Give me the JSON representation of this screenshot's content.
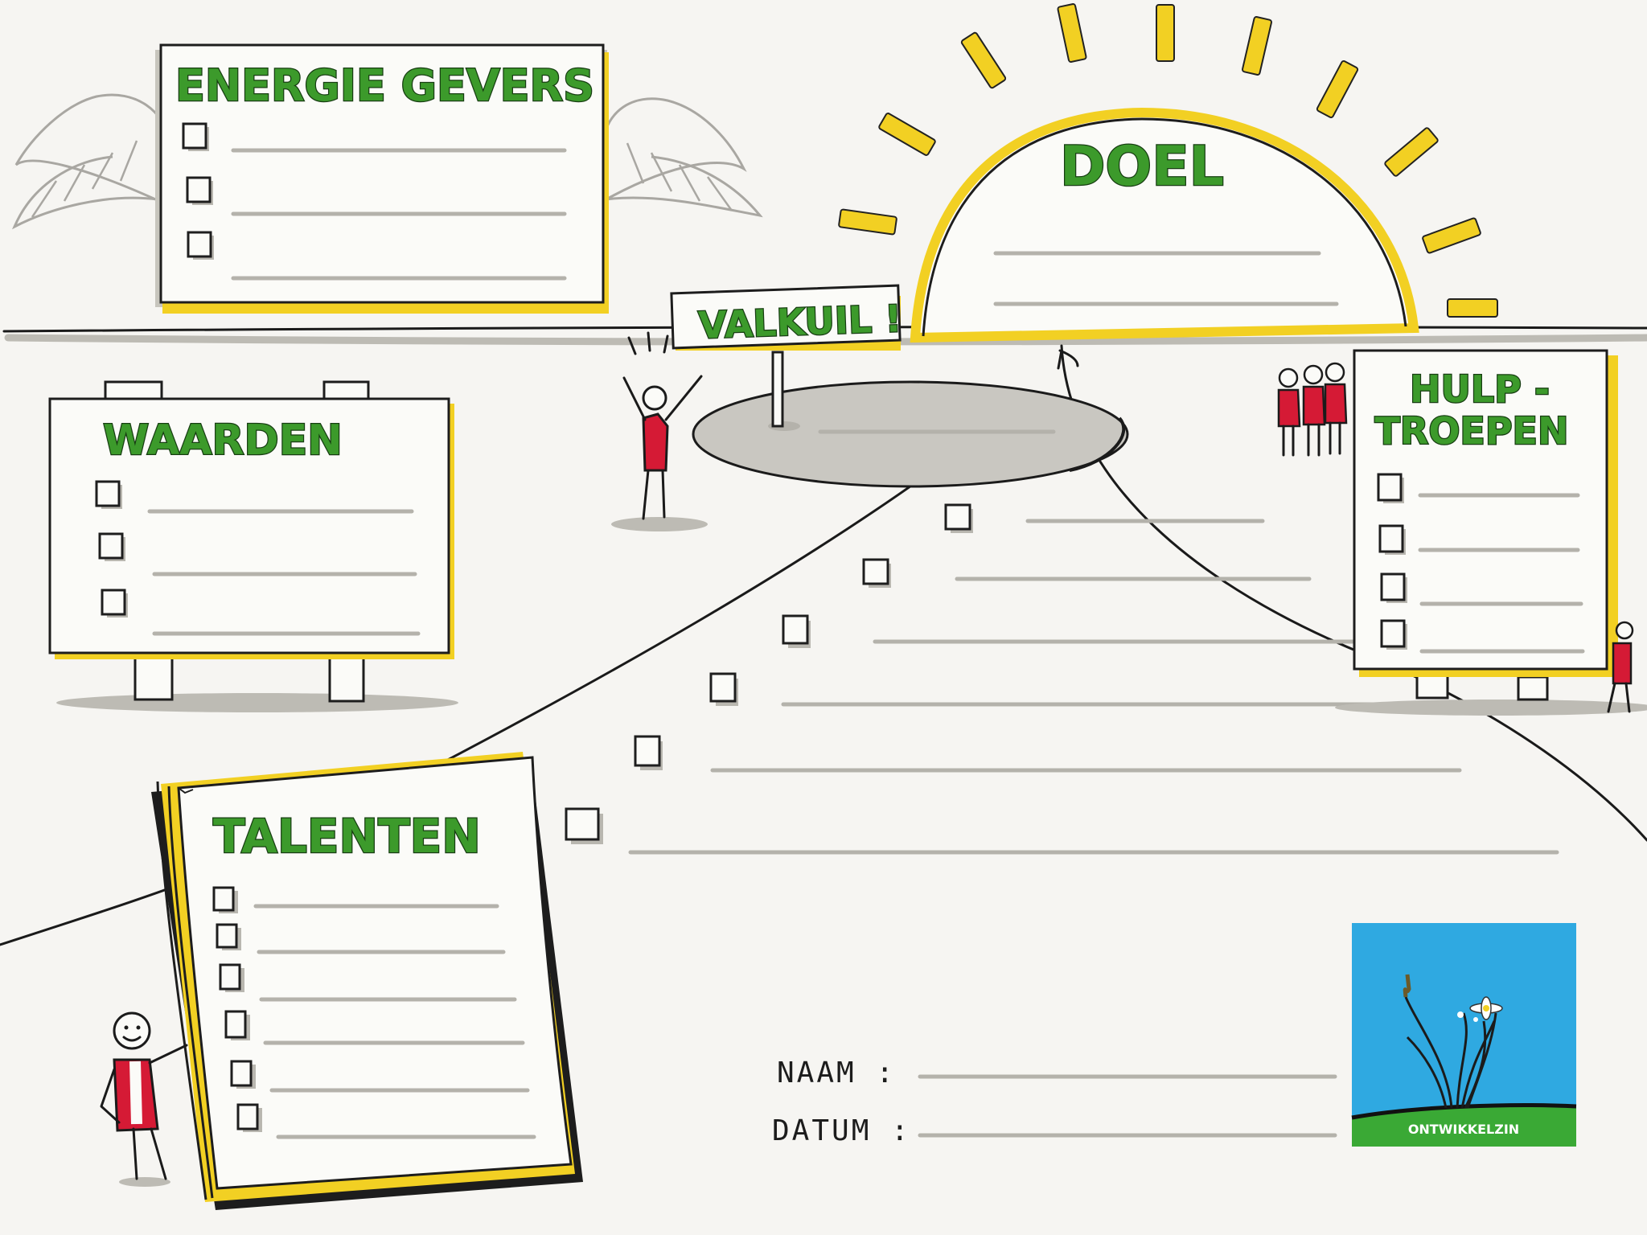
{
  "worksheet": {
    "energiegevers": {
      "title": "ENERGIE GEVERS"
    },
    "doel": {
      "title": "DOEL"
    },
    "valkuil": {
      "title": "VALKUIL !"
    },
    "waarden": {
      "title": "WAARDEN"
    },
    "hulptroepen": {
      "title_line1": "HULP -",
      "title_line2": "TROEPEN"
    },
    "talenten": {
      "title": "TALENTEN"
    },
    "naam": {
      "label": "NAAM :"
    },
    "datum": {
      "label": "DATUM :"
    },
    "logo": {
      "text": "ONTWIKKELZIN"
    }
  },
  "colors": {
    "title_green": "#3c9a2b",
    "accent_yellow": "#f2d023",
    "figure_red": "#d51a35",
    "logo_sky": "#2fa9e1",
    "logo_grass": "#3aa935"
  }
}
